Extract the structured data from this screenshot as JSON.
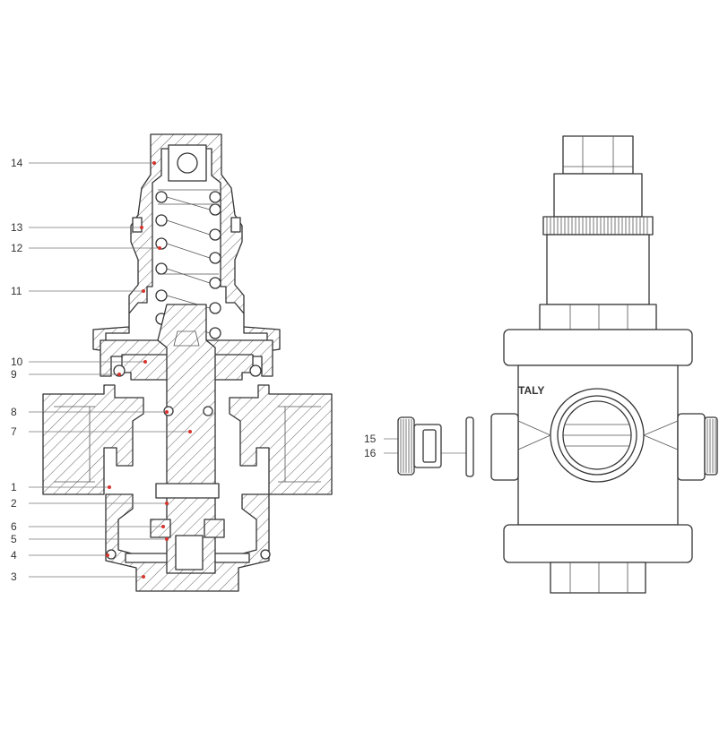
{
  "colors": {
    "line": "#333333",
    "leader": "#777777",
    "marker": "#d6342c",
    "background": "#ffffff"
  },
  "callouts": [
    {
      "id": "14",
      "label": "14"
    },
    {
      "id": "13",
      "label": "13"
    },
    {
      "id": "12",
      "label": "12"
    },
    {
      "id": "11",
      "label": "11"
    },
    {
      "id": "10",
      "label": "10"
    },
    {
      "id": "9",
      "label": "9"
    },
    {
      "id": "8",
      "label": "8"
    },
    {
      "id": "7",
      "label": "7"
    },
    {
      "id": "1",
      "label": "1"
    },
    {
      "id": "2",
      "label": "2"
    },
    {
      "id": "6",
      "label": "6"
    },
    {
      "id": "5",
      "label": "5"
    },
    {
      "id": "4",
      "label": "4"
    },
    {
      "id": "3",
      "label": "3"
    },
    {
      "id": "15",
      "label": "15"
    },
    {
      "id": "16",
      "label": "16"
    }
  ],
  "body_marking": "TALY"
}
